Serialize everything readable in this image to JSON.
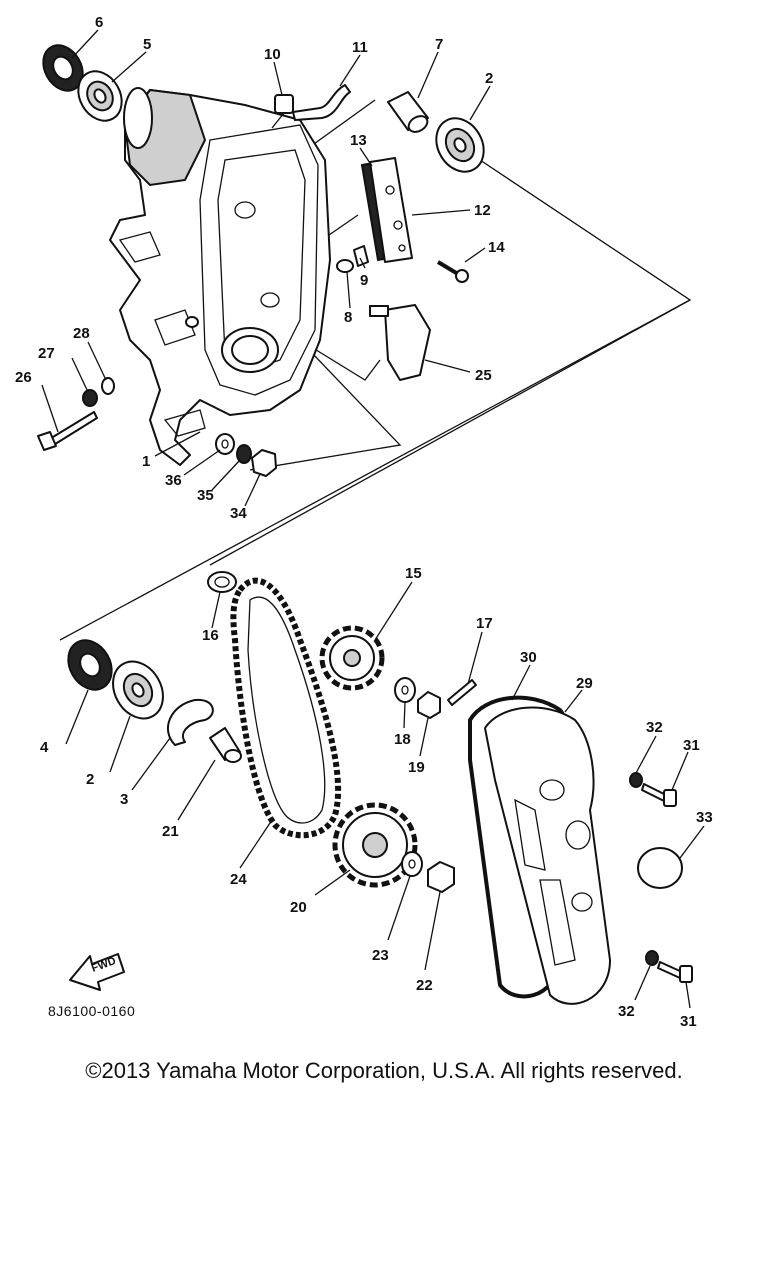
{
  "callouts": {
    "c1": "1",
    "c2a": "2",
    "c2b": "2",
    "c3": "3",
    "c4": "4",
    "c5": "5",
    "c6": "6",
    "c7": "7",
    "c8": "8",
    "c9": "9",
    "c10": "10",
    "c11": "11",
    "c12": "12",
    "c13": "13",
    "c14": "14",
    "c15": "15",
    "c16": "16",
    "c17": "17",
    "c18": "18",
    "c19": "19",
    "c20": "20",
    "c21": "21",
    "c22": "22",
    "c23": "23",
    "c24": "24",
    "c25": "25",
    "c26": "26",
    "c27": "27",
    "c28": "28",
    "c29": "29",
    "c30": "30",
    "c31a": "31",
    "c31b": "31",
    "c32a": "32",
    "c32b": "32",
    "c33": "33",
    "c34": "34",
    "c35": "35",
    "c36": "36"
  },
  "fwd_label": "FWD",
  "diagram_code": "8J6100-0160",
  "copyright": "©2013 Yamaha Motor Corporation, U.S.A. All rights reserved."
}
